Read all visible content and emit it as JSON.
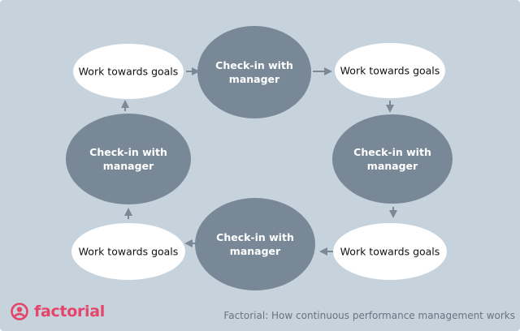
{
  "diagram": {
    "nodes": [
      {
        "id": "goal_top_left",
        "shape": "light",
        "lines": [
          "Work towards goals"
        ]
      },
      {
        "id": "checkin_top",
        "shape": "dark",
        "lines": [
          "Check-in with",
          "manager"
        ]
      },
      {
        "id": "goal_top_right",
        "shape": "light",
        "lines": [
          "Work towards goals"
        ]
      },
      {
        "id": "checkin_right",
        "shape": "dark",
        "lines": [
          "Check-in with",
          "manager"
        ]
      },
      {
        "id": "goal_bottom_right",
        "shape": "light",
        "lines": [
          "Work towards goals"
        ]
      },
      {
        "id": "checkin_bottom",
        "shape": "dark",
        "lines": [
          "Check-in with",
          "manager"
        ]
      },
      {
        "id": "goal_bottom_left",
        "shape": "light",
        "lines": [
          "Work towards goals"
        ]
      },
      {
        "id": "checkin_left",
        "shape": "dark",
        "lines": [
          "Check-in with",
          "manager"
        ]
      }
    ],
    "edges": [
      {
        "from": "goal_top_left",
        "to": "checkin_top"
      },
      {
        "from": "checkin_top",
        "to": "goal_top_right"
      },
      {
        "from": "goal_top_right",
        "to": "checkin_right"
      },
      {
        "from": "checkin_right",
        "to": "goal_bottom_right"
      },
      {
        "from": "goal_bottom_right",
        "to": "checkin_bottom"
      },
      {
        "from": "checkin_bottom",
        "to": "goal_bottom_left"
      },
      {
        "from": "goal_bottom_left",
        "to": "checkin_left"
      },
      {
        "from": "checkin_left",
        "to": "goal_top_left"
      }
    ]
  },
  "brand": {
    "name": "factorial",
    "logo_icon": "factorial-logo-icon"
  },
  "caption": "Factorial: How continuous performance management works",
  "colors": {
    "background": "#c6d2dc",
    "dark_node": "#788896",
    "light_node": "#ffffff",
    "arrow": "#7b8896",
    "brand": "#e5456a"
  }
}
